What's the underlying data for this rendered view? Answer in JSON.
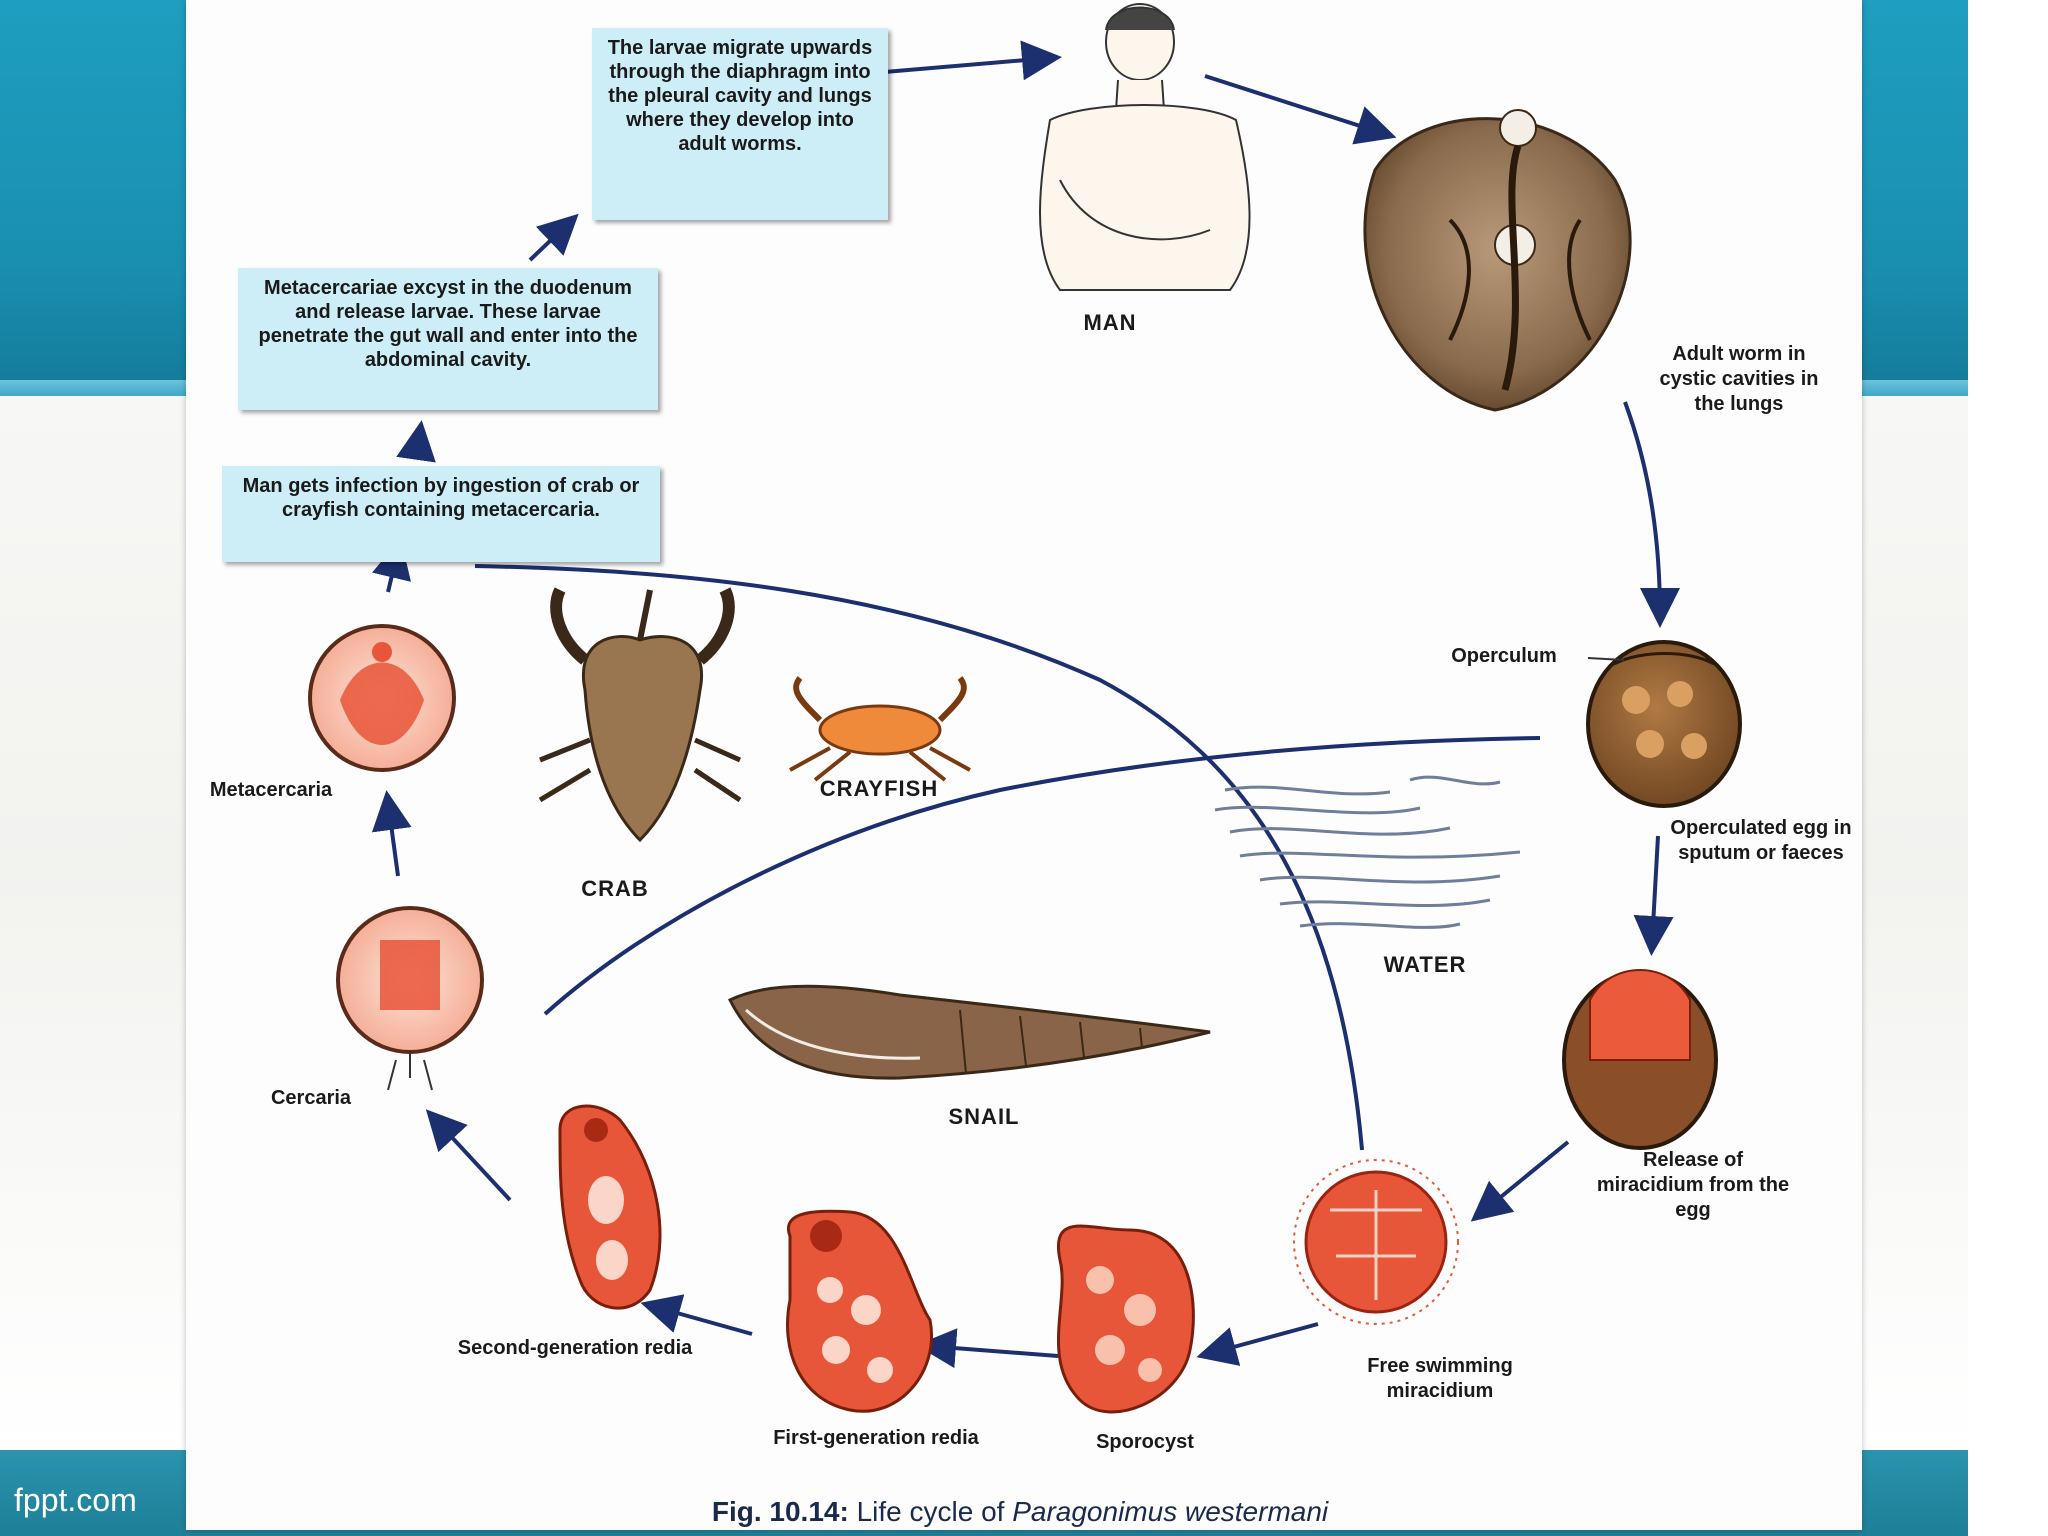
{
  "footer": {
    "site": "fppt.com"
  },
  "boxes": {
    "larvae_migrate": "The larvae migrate upwards through the diaphragm into the pleural cavity and lungs where they develop into adult worms.",
    "metacercariae_excyst": "Metacercariae excyst in the duodenum and release larvae. These larvae penetrate the gut wall and enter into the abdominal cavity.",
    "man_infection": "Man gets infection by ingestion of crab or crayfish containing metacercaria."
  },
  "labels": {
    "man": "MAN",
    "adult_worm": "Adult worm in cystic cavities in the lungs",
    "operculum": "Operculum",
    "operculated_egg": "Operculated egg in sputum or faeces",
    "water": "WATER",
    "release_miracidium": "Release of miracidium from the egg",
    "free_miracidium": "Free swimming miracidium",
    "sporocyst": "Sporocyst",
    "first_redia": "First-generation redia",
    "second_redia": "Second-generation redia",
    "cercaria": "Cercaria",
    "metacercaria": "Metacercaria",
    "crab": "CRAB",
    "crayfish": "CRAYFISH",
    "snail": "SNAIL"
  },
  "caption": {
    "prefix": "Fig. 10.14:",
    "text": "Life cycle of",
    "species": "Paragonimus westermani"
  },
  "colors": {
    "arrow": "#1c2f6e",
    "box_fill": "#cdeef7",
    "stage_fill": "#e8563a",
    "header_teal": "#1a8fb0"
  }
}
